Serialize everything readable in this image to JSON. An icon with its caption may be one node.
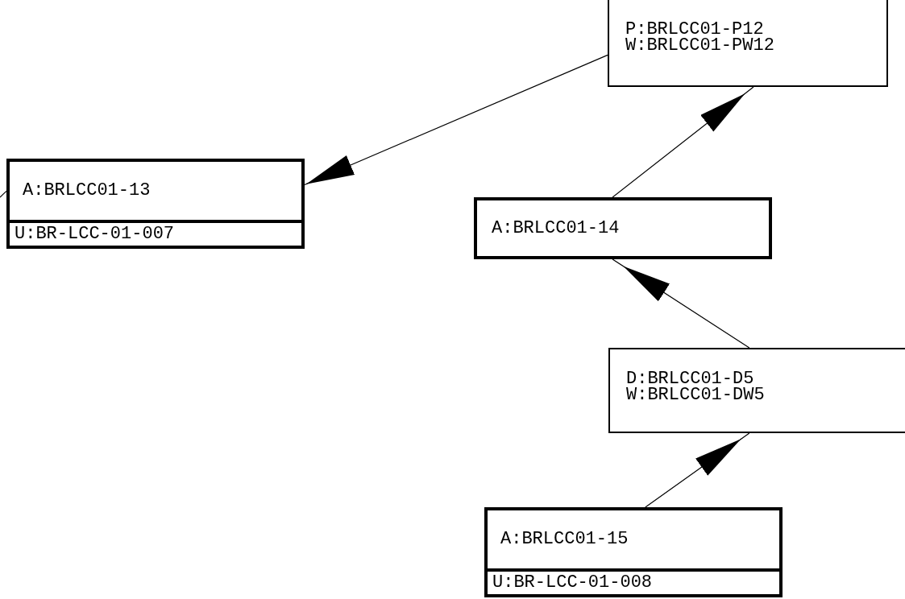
{
  "diagram": {
    "nodes": [
      {
        "text": [
          "P:BRLCC01-P12",
          "W:BRLCC01-PW12"
        ]
      },
      {
        "text": [
          "A:BRLCC01-13",
          "U:BR-LCC-01-007"
        ]
      },
      {
        "text": [
          "A:BRLCC01-14"
        ]
      },
      {
        "text": [
          "D:BRLCC01-D5",
          "W:BRLCC01-DW5"
        ]
      },
      {
        "text": [
          "A:BRLCC01-15",
          "U:BR-LCC-01-008"
        ]
      }
    ],
    "edges": [
      {
        "from": 0,
        "to": 1,
        "arrow": "to"
      },
      {
        "from": 2,
        "to": 0,
        "arrow": "to"
      },
      {
        "from": 3,
        "to": 2,
        "arrow": "to"
      },
      {
        "from": 4,
        "to": 3,
        "arrow": "to"
      },
      {
        "from": null,
        "to": 1,
        "arrow": "none"
      }
    ]
  }
}
